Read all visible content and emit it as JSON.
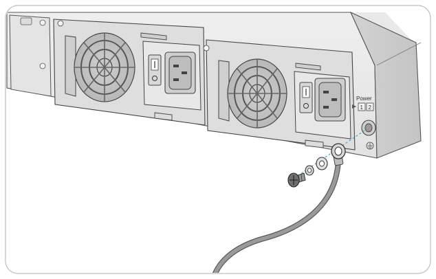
{
  "figure": {
    "power_label": "Power",
    "port_1": "1",
    "port_2": "2"
  },
  "colors": {
    "chassis_light": "#e6e6e6",
    "chassis_mid": "#d7d7d7",
    "chassis_dark": "#bdbdbd",
    "outline": "#3a3a3a",
    "cable": "#8a8a8a",
    "accent_dash": "#4aa3c8"
  },
  "icons": [
    "fan-icon",
    "power-switch-icon",
    "ac-inlet-icon",
    "ground-symbol-icon",
    "screw-icon",
    "washer-icon",
    "ring-terminal-icon"
  ]
}
